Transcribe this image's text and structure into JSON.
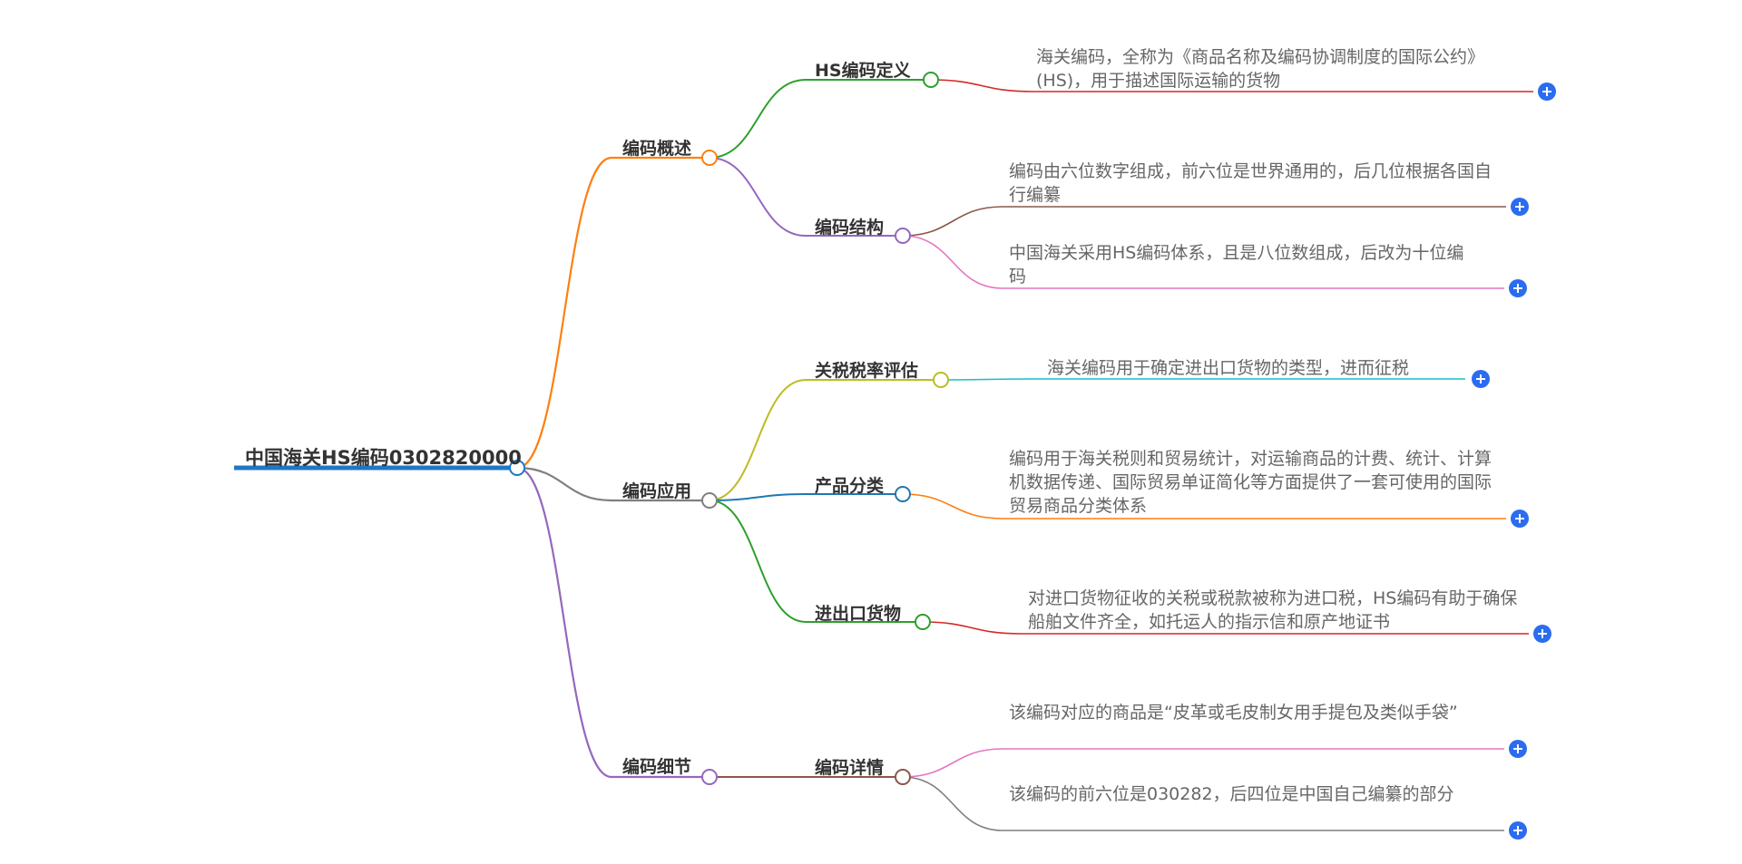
{
  "root": {
    "label": "中国海关HS编码0302820000",
    "color": "#1f77c4"
  },
  "branches": [
    {
      "label": "编码概述",
      "color": "#ff7f0e",
      "children": [
        {
          "label": "HS编码定义",
          "color": "#2ca02c",
          "leaves": [
            {
              "text": "海关编码，全称为《商品名称及编码协调制度的国际公约》(HS)，用于描述国际运输的货物",
              "color": "#d62728"
            }
          ]
        },
        {
          "label": "编码结构",
          "color": "#9467bd",
          "leaves": [
            {
              "text": "编码由六位数字组成，前六位是世界通用的，后几位根据各国自行编纂",
              "color": "#8c564b"
            },
            {
              "text": "中国海关采用HS编码体系，且是八位数组成，后改为十位编码",
              "color": "#e377c2"
            }
          ]
        }
      ]
    },
    {
      "label": "编码应用",
      "color": "#7f7f7f",
      "children": [
        {
          "label": "关税税率评估",
          "color": "#bcbd22",
          "leaves": [
            {
              "text": "海关编码用于确定进出口货物的类型，进而征税",
              "color": "#17becf"
            }
          ]
        },
        {
          "label": "产品分类",
          "color": "#1f77b4",
          "leaves": [
            {
              "text": "编码用于海关税则和贸易统计，对运输商品的计费、统计、计算机数据传递、国际贸易单证简化等方面提供了一套可使用的国际贸易商品分类体系",
              "color": "#ff7f0e"
            }
          ]
        },
        {
          "label": "进出口货物",
          "color": "#2ca02c",
          "leaves": [
            {
              "text": "对进口货物征收的关税或税款被称为进口税，HS编码有助于确保船舶文件齐全，如托运人的指示信和原产地证书",
              "color": "#d62728"
            }
          ]
        }
      ]
    },
    {
      "label": "编码细节",
      "color": "#9467bd",
      "children": [
        {
          "label": "编码详情",
          "color": "#8c564b",
          "leaves": [
            {
              "text": "该编码对应的商品是“皮革或毛皮制女用手提包及类似手袋”",
              "color": "#e377c2"
            },
            {
              "text": "该编码的前六位是030282，后四位是中国自己编纂的部分",
              "color": "#7f7f7f"
            }
          ]
        }
      ]
    }
  ],
  "expand_button_color": "#2b6cf0"
}
